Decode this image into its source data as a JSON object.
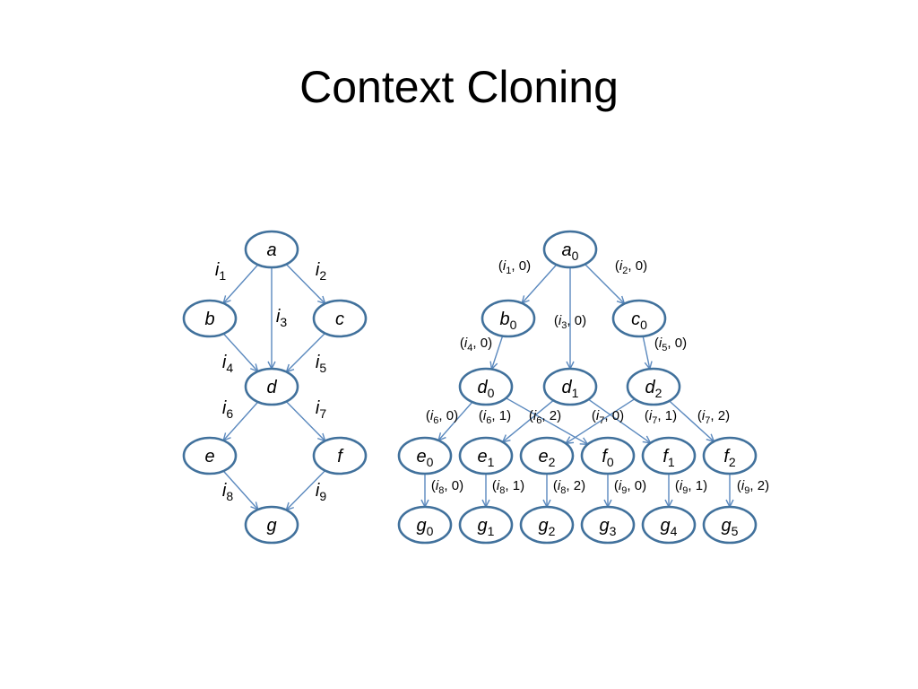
{
  "slide": {
    "title": "Context Cloning"
  },
  "colors": {
    "node_stroke": "#41719C",
    "edge": "#5B89BE",
    "text": "#000000"
  },
  "left_graph": {
    "nodes": [
      {
        "id": "a",
        "label": "a"
      },
      {
        "id": "b",
        "label": "b"
      },
      {
        "id": "c",
        "label": "c"
      },
      {
        "id": "d",
        "label": "d"
      },
      {
        "id": "e",
        "label": "e"
      },
      {
        "id": "f",
        "label": "f"
      },
      {
        "id": "g",
        "label": "g"
      }
    ],
    "edges": [
      {
        "from": "a",
        "to": "b",
        "label": "i",
        "sub": "1"
      },
      {
        "from": "a",
        "to": "c",
        "label": "i",
        "sub": "2"
      },
      {
        "from": "a",
        "to": "d",
        "label": "i",
        "sub": "3"
      },
      {
        "from": "b",
        "to": "d",
        "label": "i",
        "sub": "4"
      },
      {
        "from": "c",
        "to": "d",
        "label": "i",
        "sub": "5"
      },
      {
        "from": "d",
        "to": "e",
        "label": "i",
        "sub": "6"
      },
      {
        "from": "d",
        "to": "f",
        "label": "i",
        "sub": "7"
      },
      {
        "from": "e",
        "to": "g",
        "label": "i",
        "sub": "8"
      },
      {
        "from": "f",
        "to": "g",
        "label": "i",
        "sub": "9"
      }
    ]
  },
  "right_graph": {
    "nodes": [
      {
        "id": "a0",
        "label": "a",
        "sub": "0"
      },
      {
        "id": "b0",
        "label": "b",
        "sub": "0"
      },
      {
        "id": "c0",
        "label": "c",
        "sub": "0"
      },
      {
        "id": "d0",
        "label": "d",
        "sub": "0"
      },
      {
        "id": "d1",
        "label": "d",
        "sub": "1"
      },
      {
        "id": "d2",
        "label": "d",
        "sub": "2"
      },
      {
        "id": "e0",
        "label": "e",
        "sub": "0"
      },
      {
        "id": "e1",
        "label": "e",
        "sub": "1"
      },
      {
        "id": "e2",
        "label": "e",
        "sub": "2"
      },
      {
        "id": "f0",
        "label": "f",
        "sub": "0"
      },
      {
        "id": "f1",
        "label": "f",
        "sub": "1"
      },
      {
        "id": "f2",
        "label": "f",
        "sub": "2"
      },
      {
        "id": "g0",
        "label": "g",
        "sub": "0"
      },
      {
        "id": "g1",
        "label": "g",
        "sub": "1"
      },
      {
        "id": "g2",
        "label": "g",
        "sub": "2"
      },
      {
        "id": "g3",
        "label": "g",
        "sub": "3"
      },
      {
        "id": "g4",
        "label": "g",
        "sub": "4"
      },
      {
        "id": "g5",
        "label": "g",
        "sub": "5"
      }
    ],
    "edges": [
      {
        "from": "a0",
        "to": "b0",
        "site": "i",
        "sub": "1",
        "ctx": "0"
      },
      {
        "from": "a0",
        "to": "d1",
        "site": "i",
        "sub": "3",
        "ctx": "0"
      },
      {
        "from": "a0",
        "to": "c0",
        "site": "i",
        "sub": "2",
        "ctx": "0"
      },
      {
        "from": "b0",
        "to": "d0",
        "site": "i",
        "sub": "4",
        "ctx": "0"
      },
      {
        "from": "c0",
        "to": "d2",
        "site": "i",
        "sub": "5",
        "ctx": "0"
      },
      {
        "from": "d0",
        "to": "e0",
        "site": "i",
        "sub": "6",
        "ctx": "0"
      },
      {
        "from": "d1",
        "to": "e1",
        "site": "i",
        "sub": "6",
        "ctx": "1"
      },
      {
        "from": "d2",
        "to": "e2",
        "site": "i",
        "sub": "6",
        "ctx": "2"
      },
      {
        "from": "d0",
        "to": "f0",
        "site": "i",
        "sub": "7",
        "ctx": "0"
      },
      {
        "from": "d1",
        "to": "f1",
        "site": "i",
        "sub": "7",
        "ctx": "1"
      },
      {
        "from": "d2",
        "to": "f2",
        "site": "i",
        "sub": "7",
        "ctx": "2"
      },
      {
        "from": "e0",
        "to": "g0",
        "site": "i",
        "sub": "8",
        "ctx": "0"
      },
      {
        "from": "e1",
        "to": "g1",
        "site": "i",
        "sub": "8",
        "ctx": "1"
      },
      {
        "from": "e2",
        "to": "g2",
        "site": "i",
        "sub": "8",
        "ctx": "2"
      },
      {
        "from": "f0",
        "to": "g3",
        "site": "i",
        "sub": "9",
        "ctx": "0"
      },
      {
        "from": "f1",
        "to": "g4",
        "site": "i",
        "sub": "9",
        "ctx": "1"
      },
      {
        "from": "f2",
        "to": "g5",
        "site": "i",
        "sub": "9",
        "ctx": "2"
      }
    ]
  }
}
